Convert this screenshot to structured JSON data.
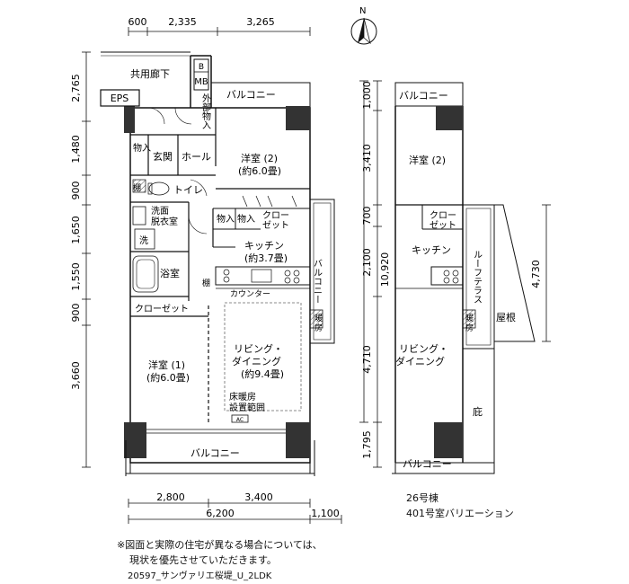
{
  "plan": {
    "top_dims": [
      "600",
      "2,335",
      "3,265"
    ],
    "bottom_dims": [
      "2,800",
      "3,400",
      "6,200",
      "1,100"
    ],
    "left_dims": [
      "2,765",
      "1,480",
      "900",
      "1,650",
      "1,550",
      "900",
      "3,660"
    ],
    "rooms": {
      "corridor": "共用廊下",
      "eps": "EPS",
      "mb_b": "B",
      "mb": "MB",
      "outdoor_storage": "外部物入",
      "balcony_top": "バルコニー",
      "storage1": "物入",
      "entrance": "玄関",
      "hall": "ホール",
      "room2": "洋室 (2)",
      "room2_size": "(約6.0畳)",
      "shelf": "棚",
      "toilet": "トイレ",
      "washroom1": "洗面",
      "washroom2": "脱衣室",
      "laundry": "洗",
      "bath": "浴室",
      "storage2": "物入",
      "storage3": "物入",
      "closet_top1": "クロー",
      "closet_top2": "ゼット",
      "kitchen": "キッチン",
      "kitchen_size": "(約3.7畳)",
      "counter_shelf": "棚",
      "counter": "カウンター",
      "balcony_side": "バルコニー",
      "heating1": "暖",
      "heating2": "房",
      "closet": "クローゼット",
      "living1": "リビング・",
      "living2": "ダイニング",
      "living_size": "(約9.4畳)",
      "room1": "洋室 (1)",
      "room1_size": "(約6.0畳)",
      "floor_heat1": "床暖房",
      "floor_heat2": "設置範囲",
      "ac": "AC",
      "balcony_bottom": "バルコニー"
    }
  },
  "variant": {
    "dims": [
      "1,000",
      "3,410",
      "700",
      "2,100",
      "4,710",
      "1,795"
    ],
    "total": "10,920",
    "roof_dim": "4,730",
    "labels": {
      "balcony_top": "バルコニー",
      "room2": "洋室 (2)",
      "closet1": "クロー",
      "closet2": "ゼット",
      "kitchen": "キッチン",
      "roof_terrace": "ルーフテラス",
      "heating1": "暖",
      "heating2": "房",
      "roof": "屋根",
      "living1": "リビング・",
      "living2": "ダイニング",
      "eave": "庇",
      "balcony_bottom": "バルコニー"
    },
    "caption1": "26号棟",
    "caption2": "401号室バリエーション"
  },
  "compass": "N",
  "notes": [
    "※図面と実際の住宅が異なる場合については、",
    "現状を優先させていただきます。"
  ],
  "footer": "20597_サンヴァリエ桜堤_U_2LDK",
  "colors": {
    "wall": "#333333",
    "line": "#111111",
    "hatch": "#777777"
  }
}
